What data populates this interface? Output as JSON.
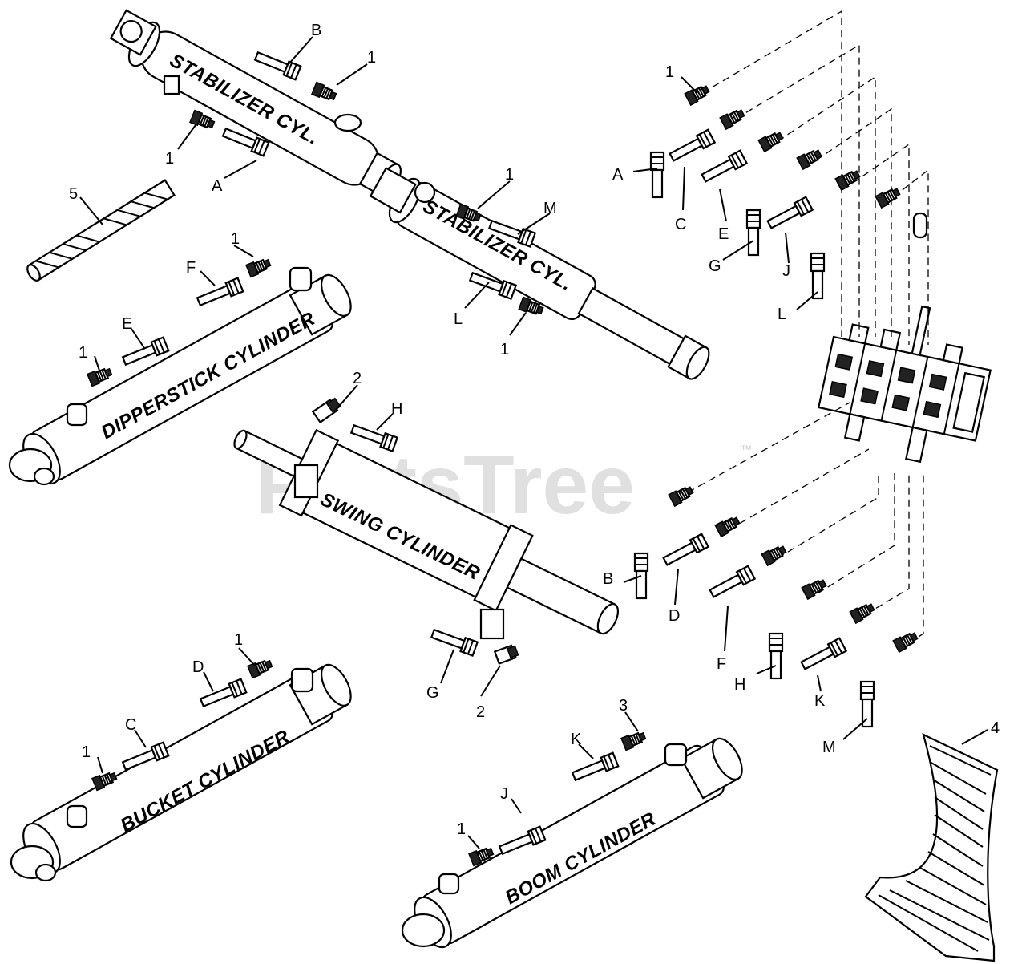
{
  "watermark": "PartsTree",
  "watermark_mark": "™",
  "cylinders": {
    "stabilizer_upper": "STABILIZER CYL.",
    "stabilizer_lower": "STABILIZER CYL.",
    "dipperstick": "DIPPERSTICK CYLINDER",
    "swing": "SWING CYLINDER",
    "bucket": "BUCKET CYLINDER",
    "boom": "BOOM CYLINDER"
  },
  "callouts": [
    {
      "id": "c-stab1-B",
      "text": "B"
    },
    {
      "id": "c-stab1-1a",
      "text": "1"
    },
    {
      "id": "c-stab1-1b",
      "text": "1"
    },
    {
      "id": "c-stab1-A",
      "text": "A"
    },
    {
      "id": "c-5",
      "text": "5"
    },
    {
      "id": "c-dip-1a",
      "text": "1"
    },
    {
      "id": "c-dip-F",
      "text": "F"
    },
    {
      "id": "c-dip-E",
      "text": "E"
    },
    {
      "id": "c-dip-1b",
      "text": "1"
    },
    {
      "id": "c-stab2-1a",
      "text": "1"
    },
    {
      "id": "c-stab2-M",
      "text": "M"
    },
    {
      "id": "c-stab2-L",
      "text": "L"
    },
    {
      "id": "c-stab2-1b",
      "text": "1"
    },
    {
      "id": "c-swing-2a",
      "text": "2"
    },
    {
      "id": "c-swing-H",
      "text": "H"
    },
    {
      "id": "c-swing-G",
      "text": "G"
    },
    {
      "id": "c-swing-2b",
      "text": "2"
    },
    {
      "id": "c-bucket-1a",
      "text": "1"
    },
    {
      "id": "c-bucket-D",
      "text": "D"
    },
    {
      "id": "c-bucket-C",
      "text": "C"
    },
    {
      "id": "c-bucket-1b",
      "text": "1"
    },
    {
      "id": "c-boom-3",
      "text": "3"
    },
    {
      "id": "c-boom-K",
      "text": "K"
    },
    {
      "id": "c-boom-J",
      "text": "J"
    },
    {
      "id": "c-boom-1",
      "text": "1"
    },
    {
      "id": "c-4",
      "text": "4"
    },
    {
      "id": "c-valve-1",
      "text": "1"
    },
    {
      "id": "c-valve-A",
      "text": "A"
    },
    {
      "id": "c-valve-C",
      "text": "C"
    },
    {
      "id": "c-valve-E",
      "text": "E"
    },
    {
      "id": "c-valve-G",
      "text": "G"
    },
    {
      "id": "c-valve-J",
      "text": "J"
    },
    {
      "id": "c-valve-L",
      "text": "L"
    },
    {
      "id": "c-valve-B",
      "text": "B"
    },
    {
      "id": "c-valve-D",
      "text": "D"
    },
    {
      "id": "c-valve-F",
      "text": "F"
    },
    {
      "id": "c-valve-H",
      "text": "H"
    },
    {
      "id": "c-valve-K",
      "text": "K"
    },
    {
      "id": "c-valve-M",
      "text": "M"
    }
  ]
}
